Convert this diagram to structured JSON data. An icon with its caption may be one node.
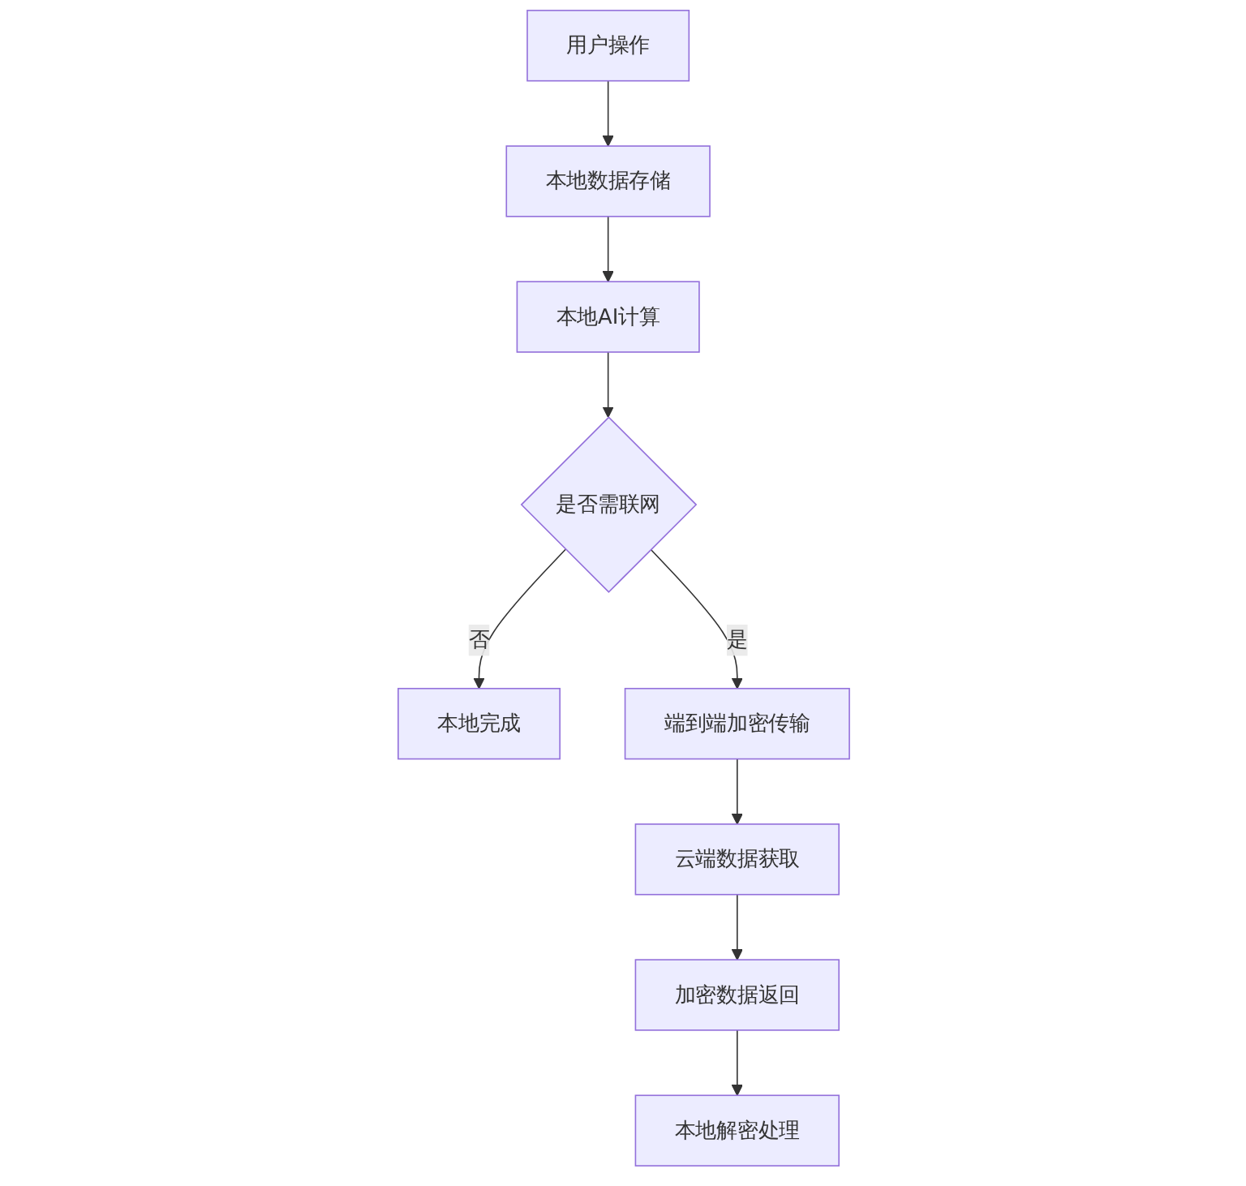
{
  "diagram": {
    "nodes": [
      {
        "text": [
          "用户操作"
        ]
      },
      {
        "text": [
          "本地数据存储"
        ]
      },
      {
        "text": [
          "本地AI计算"
        ]
      },
      {
        "text": [
          "是否需联网"
        ]
      },
      {
        "text": [
          "本地完成"
        ]
      },
      {
        "text": [
          "端到端加密传输"
        ]
      },
      {
        "text": [
          "云端数据获取"
        ]
      },
      {
        "text": [
          "加密数据返回"
        ]
      },
      {
        "text": [
          "本地解密处理"
        ]
      }
    ],
    "edges": [
      {
        "from": 0,
        "to": 1,
        "arrow": "to"
      },
      {
        "from": 1,
        "to": 2,
        "arrow": "to"
      },
      {
        "from": 2,
        "to": 3,
        "arrow": "to"
      },
      {
        "from": 3,
        "to": 4,
        "arrow": "to",
        "label": "否"
      },
      {
        "from": 3,
        "to": 5,
        "arrow": "to",
        "label": "是"
      },
      {
        "from": 5,
        "to": 6,
        "arrow": "to"
      },
      {
        "from": 6,
        "to": 7,
        "arrow": "to"
      },
      {
        "from": 7,
        "to": 8,
        "arrow": "to"
      }
    ]
  }
}
